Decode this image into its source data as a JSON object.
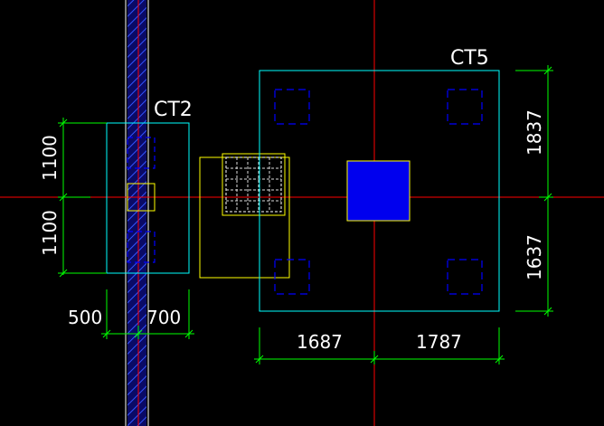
{
  "labels": {
    "ct2": "CT2",
    "ct5": "CT5"
  },
  "dimensions": {
    "ct2_left_upper": "1100",
    "ct2_left_lower": "1100",
    "ct2_bottom_left": "500",
    "ct2_bottom_right": "700",
    "ct5_bottom_left": "1687",
    "ct5_bottom_right": "1787",
    "ct5_right_upper": "1837",
    "ct5_right_lower": "1637"
  },
  "colors": {
    "background": "#000000",
    "axis": "#ff0000",
    "outline": "#00ffff",
    "dimension": "#00ff00",
    "text": "#ffffff",
    "pile": "#0000ff",
    "highlight": "#ffff00",
    "column_fill": "#0000ee",
    "column_hatch": "#3333ff"
  }
}
